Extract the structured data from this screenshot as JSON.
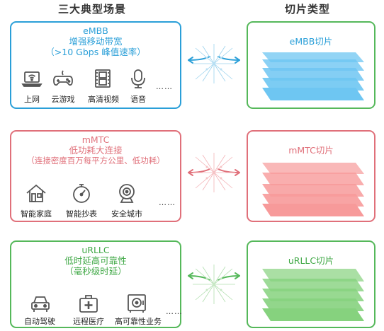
{
  "headers": {
    "left": "三大典型场景",
    "right": "切片类型"
  },
  "colors": {
    "embb": "#2a9fd8",
    "mmtc": "#e0707a",
    "urllc": "#55b85a",
    "embb_fill": "#6ec6f2",
    "mmtc_fill": "#f79a9a",
    "urllc_fill": "#86d27e",
    "icon": "#555555"
  },
  "scenarios": [
    {
      "name": "eMBB",
      "desc1": "增强移动带宽",
      "desc2": "（>10 Gbps 峰值速率）",
      "slice": "eMBB切片",
      "items": [
        {
          "icon": "laptop-wifi-icon",
          "label": "上网"
        },
        {
          "icon": "gamepad-icon",
          "label": "云游戏"
        },
        {
          "icon": "film-icon",
          "label": "高清视频"
        },
        {
          "icon": "microphone-icon",
          "label": "语音"
        }
      ],
      "more": "……"
    },
    {
      "name": "mMTC",
      "desc1": "低功耗大连接",
      "desc2": "（连接密度百万每平方公里、低功耗）",
      "slice": "mMTC切片",
      "items": [
        {
          "icon": "house-icon",
          "label": "智能家庭"
        },
        {
          "icon": "meter-icon",
          "label": "智能抄表"
        },
        {
          "icon": "camera-icon",
          "label": "安全城市"
        }
      ],
      "more": "……"
    },
    {
      "name": "uRLLC",
      "desc1": "低时延高可靠性",
      "desc2": "（毫秒级时延）",
      "slice": "uRLLC切片",
      "items": [
        {
          "icon": "car-icon",
          "label": "自动驾驶"
        },
        {
          "icon": "medical-kit-icon",
          "label": "远程医疗"
        },
        {
          "icon": "safe-icon",
          "label": "高可靠性业务"
        }
      ],
      "more": "……"
    }
  ]
}
